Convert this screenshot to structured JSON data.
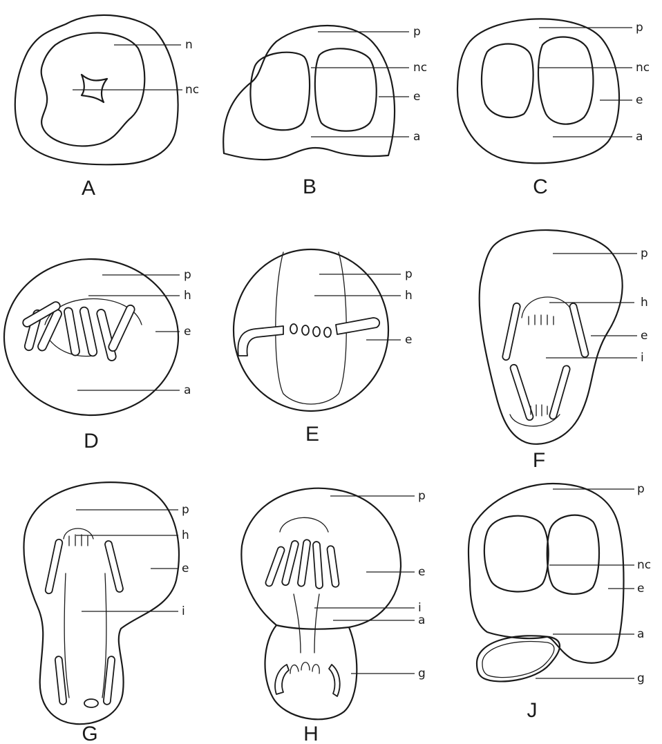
{
  "panels": [
    {
      "id": "A",
      "caption": "A",
      "labels": [
        "n",
        "nc"
      ]
    },
    {
      "id": "B",
      "caption": "B",
      "labels": [
        "p",
        "nc",
        "e",
        "a"
      ]
    },
    {
      "id": "C",
      "caption": "C",
      "labels": [
        "p",
        "nc",
        "e",
        "a"
      ]
    },
    {
      "id": "D",
      "caption": "D",
      "labels": [
        "p",
        "h",
        "e",
        "a"
      ]
    },
    {
      "id": "E",
      "caption": "E",
      "labels": [
        "p",
        "h",
        "e"
      ]
    },
    {
      "id": "F",
      "caption": "F",
      "labels": [
        "p",
        "h",
        "e",
        "i"
      ]
    },
    {
      "id": "G",
      "caption": "G",
      "labels": [
        "p",
        "h",
        "e",
        "i"
      ]
    },
    {
      "id": "H",
      "caption": "H",
      "labels": [
        "p",
        "e",
        "i",
        "a",
        "g"
      ]
    },
    {
      "id": "J",
      "caption": "J",
      "labels": [
        "p",
        "nc",
        "e",
        "a",
        "g"
      ]
    }
  ]
}
